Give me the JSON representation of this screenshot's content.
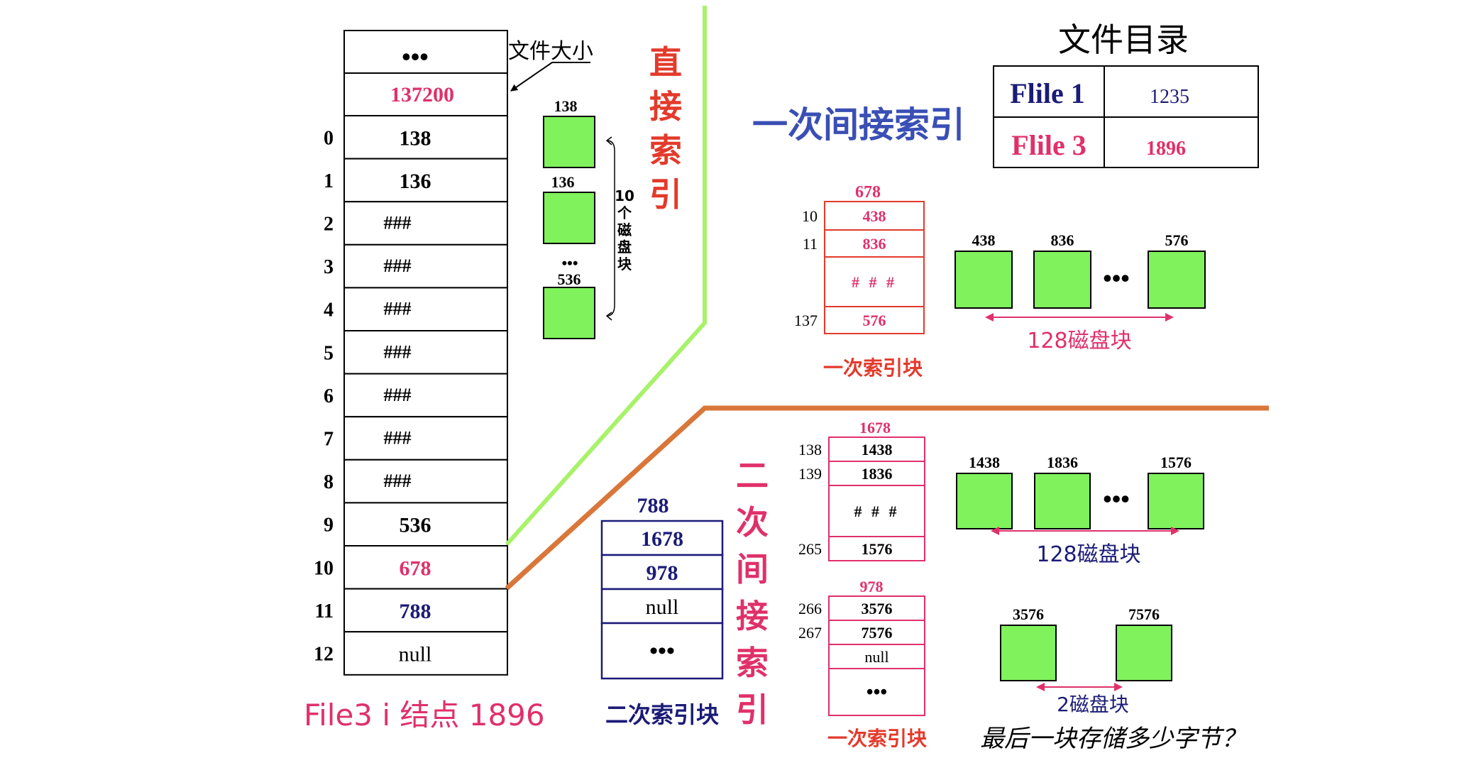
{
  "inode": {
    "top_cell": "•••",
    "size_value": "137200",
    "size_label": "文件大小",
    "rows": [
      {
        "index": "0",
        "value": "138"
      },
      {
        "index": "1",
        "value": "136"
      },
      {
        "index": "2",
        "value": "###"
      },
      {
        "index": "3",
        "value": "###"
      },
      {
        "index": "4",
        "value": "###"
      },
      {
        "index": "5",
        "value": "###"
      },
      {
        "index": "6",
        "value": "###"
      },
      {
        "index": "7",
        "value": "###"
      },
      {
        "index": "8",
        "value": "###"
      },
      {
        "index": "9",
        "value": "536"
      },
      {
        "index": "10",
        "value": "678"
      },
      {
        "index": "11",
        "value": "788"
      },
      {
        "index": "12",
        "value": "null"
      }
    ],
    "caption": "File3 i 结点 1896"
  },
  "direct": {
    "title_chars": [
      "直",
      "接",
      "索",
      "引"
    ],
    "blocks": [
      {
        "label": "138"
      },
      {
        "label": "136"
      },
      {
        "label": "536"
      }
    ],
    "ellipsis": "•••",
    "brace_label_chars": [
      "10",
      "个",
      "磁",
      "盘",
      "块"
    ]
  },
  "single": {
    "title": "一次间接索引",
    "index_block": {
      "header": "678",
      "rows": [
        {
          "offset": "10",
          "value": "438"
        },
        {
          "offset": "11",
          "value": "836"
        },
        {
          "offset": "",
          "value": "# # #"
        },
        {
          "offset": "137",
          "value": "576"
        }
      ],
      "caption": "一次索引块"
    },
    "data_blocks": [
      "438",
      "836",
      "576"
    ],
    "ellipsis": "•••",
    "range_label": "128磁盘块"
  },
  "directory": {
    "title": "文件目录",
    "rows": [
      {
        "name": "Flile 1",
        "inode": "1235"
      },
      {
        "name": "Flile 3",
        "inode": "1896"
      }
    ]
  },
  "double": {
    "title_chars": [
      "二",
      "次",
      "间",
      "接",
      "索",
      "引"
    ],
    "second_level": {
      "header": "788",
      "rows": [
        "1678",
        "978",
        "null",
        "•••"
      ],
      "caption": "二次索引块"
    },
    "first_a": {
      "header": "1678",
      "rows": [
        {
          "offset": "138",
          "value": "1438"
        },
        {
          "offset": "139",
          "value": "1836"
        },
        {
          "offset": "",
          "value": "# # #"
        },
        {
          "offset": "265",
          "value": "1576"
        }
      ]
    },
    "blocks_a": [
      "1438",
      "1836",
      "1576"
    ],
    "ellipsis": "•••",
    "range_a": "128磁盘块",
    "first_b": {
      "header": "978",
      "rows": [
        {
          "offset": "266",
          "value": "3576"
        },
        {
          "offset": "267",
          "value": "7576"
        },
        {
          "offset": "",
          "value": "null"
        },
        {
          "offset": "",
          "value": "•••"
        }
      ],
      "caption": "一次索引块"
    },
    "blocks_b": [
      "3576",
      "7576"
    ],
    "range_b": "2磁盘块",
    "question": "最后一块存储多少字节？"
  },
  "colors": {
    "pink": "#e0306a",
    "red": "#e33a2b",
    "navy": "#1b1b78",
    "green": "#7ff25c",
    "lime": "#a8f26a",
    "orange": "#d9773a",
    "blue_title": "#3a4fb5"
  }
}
